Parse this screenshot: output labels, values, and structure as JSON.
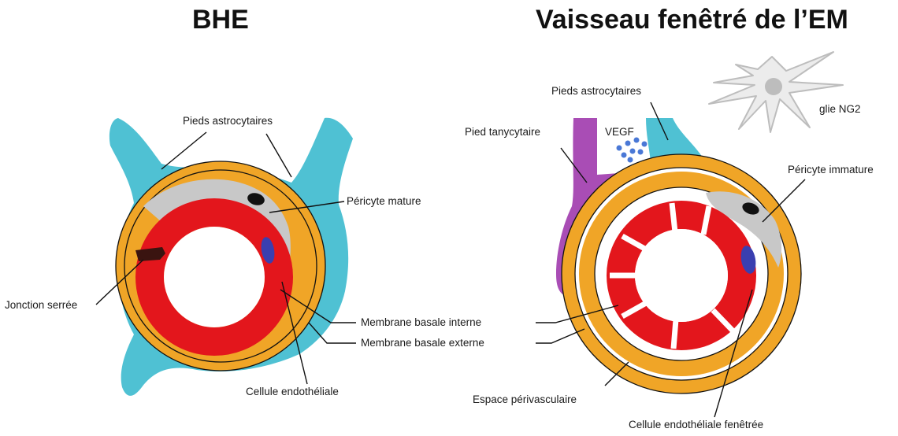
{
  "left_panel": {
    "title": "BHE",
    "labels": {
      "astro_feet": "Pieds astrocytaires",
      "pericyte": "Péricyte mature",
      "tight_junction": "Jonction serrée",
      "inner_membrane": "Membrane basale interne",
      "outer_membrane": "Membrane basale externe",
      "endothelial": "Cellule endothéliale"
    }
  },
  "right_panel": {
    "title": "Vaisseau fenêtré de l’EM",
    "labels": {
      "astro_feet": "Pieds astrocytaires",
      "tanycyte": "Pied   tanycytaire",
      "vegf": "VEGF",
      "ng2": "glie NG2",
      "pericyte": "Péricyte immature",
      "perivascular": "Espace périvasculaire",
      "endothelial": "Cellule endothéliale fenêtrée"
    }
  },
  "colors": {
    "astrocyte": "#4FC1D3",
    "basal_membrane": "#F0A527",
    "endothelium": "#E3161C",
    "pericyte_body": "#C8C8C8",
    "nucleus_endo": "#3A3FB0",
    "tanycyte": "#A94DB5",
    "vegf": "#4A78D6"
  }
}
